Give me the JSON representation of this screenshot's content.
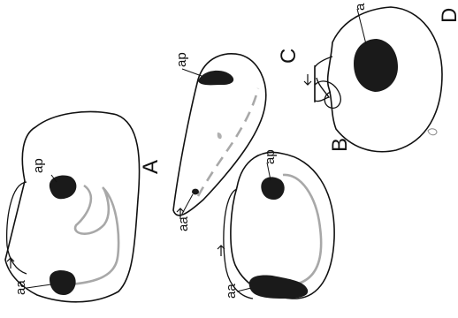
{
  "figure": {
    "panel_labels": {
      "a": "A",
      "b": "B",
      "c": "C",
      "d": "D"
    },
    "labels": {
      "ap_left": "ap",
      "aa_left": "aa",
      "ap_top": "ap",
      "aa_top": "aa",
      "ap_right": "ap",
      "aa_right": "aa",
      "a_bottom": "a"
    },
    "colors": {
      "ink": "#111111",
      "gut": "#a8a8a8",
      "blob": "#1a1a1a"
    }
  }
}
